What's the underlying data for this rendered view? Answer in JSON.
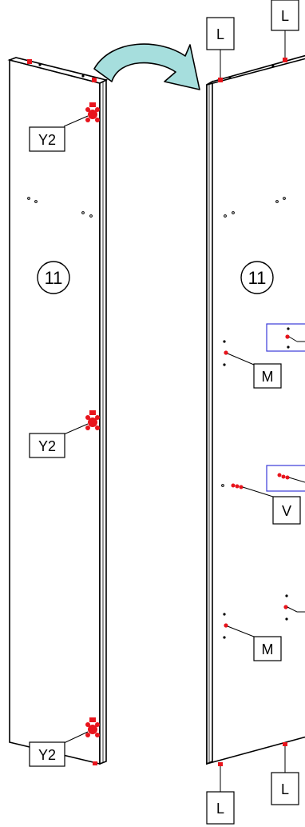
{
  "panel_number": "11",
  "labels": {
    "y2": "Y2",
    "l": "L",
    "m": "M",
    "v": "V"
  },
  "colors": {
    "hardware": "#e8141c",
    "outline": "#000000",
    "arrow_fill": "#a6dedd",
    "arrow_stroke": "#000000",
    "highlight_box": "#3a3ad8"
  },
  "icons": [
    "rotate-arrow-icon",
    "cam-lock-icon",
    "dowel-icon"
  ]
}
